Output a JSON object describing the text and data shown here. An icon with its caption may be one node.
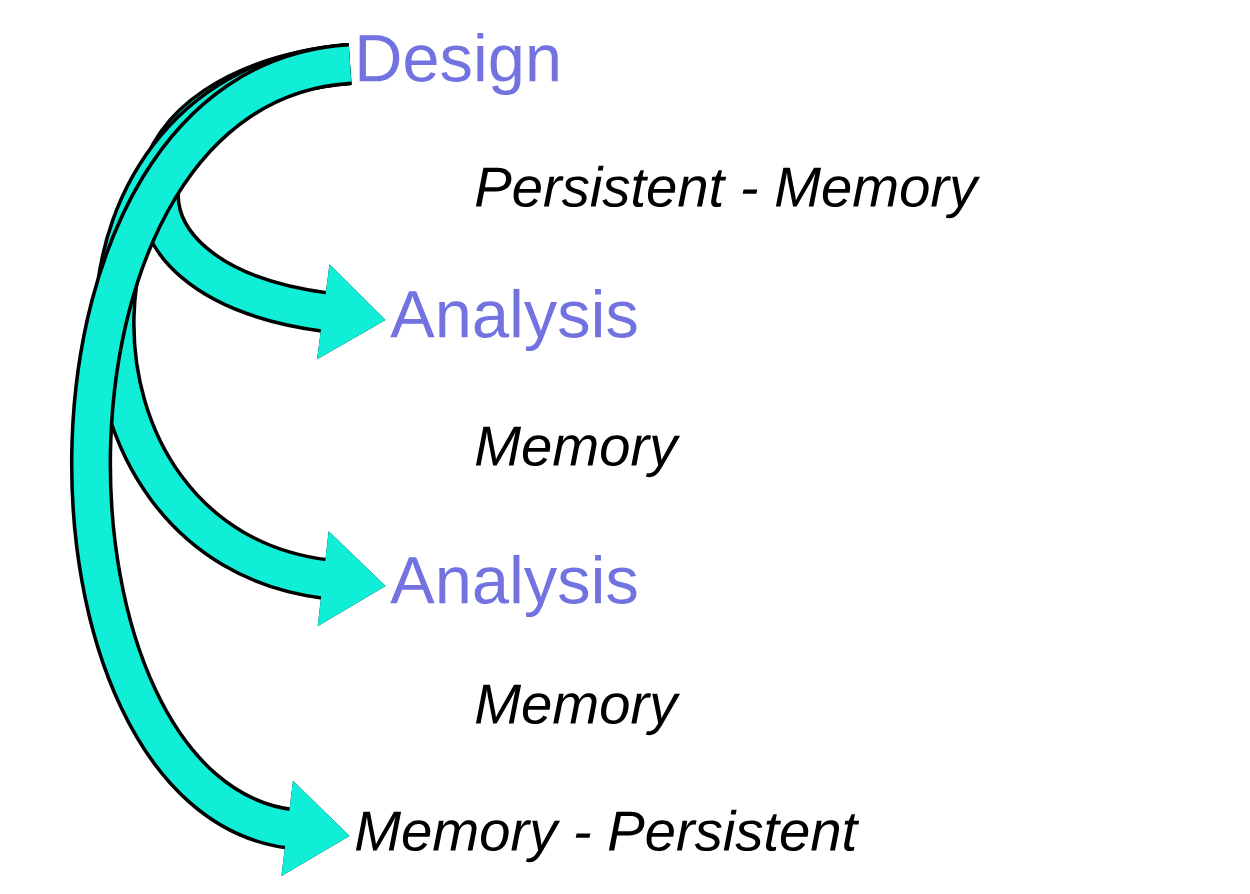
{
  "diagram": {
    "nodes": [
      {
        "text": [
          "Design"
        ]
      },
      {
        "text": [
          "Persistent - Memory"
        ]
      },
      {
        "text": [
          "Analysis"
        ]
      },
      {
        "text": [
          "Memory"
        ]
      },
      {
        "text": [
          "Analysis"
        ]
      },
      {
        "text": [
          "Memory"
        ]
      },
      {
        "text": [
          "Memory - Persistent"
        ]
      }
    ],
    "edges": [
      {
        "from": 0,
        "to": 2,
        "arrow": "to"
      },
      {
        "from": 0,
        "to": 4,
        "arrow": "to"
      },
      {
        "from": 0,
        "to": 6,
        "arrow": "to"
      }
    ]
  }
}
